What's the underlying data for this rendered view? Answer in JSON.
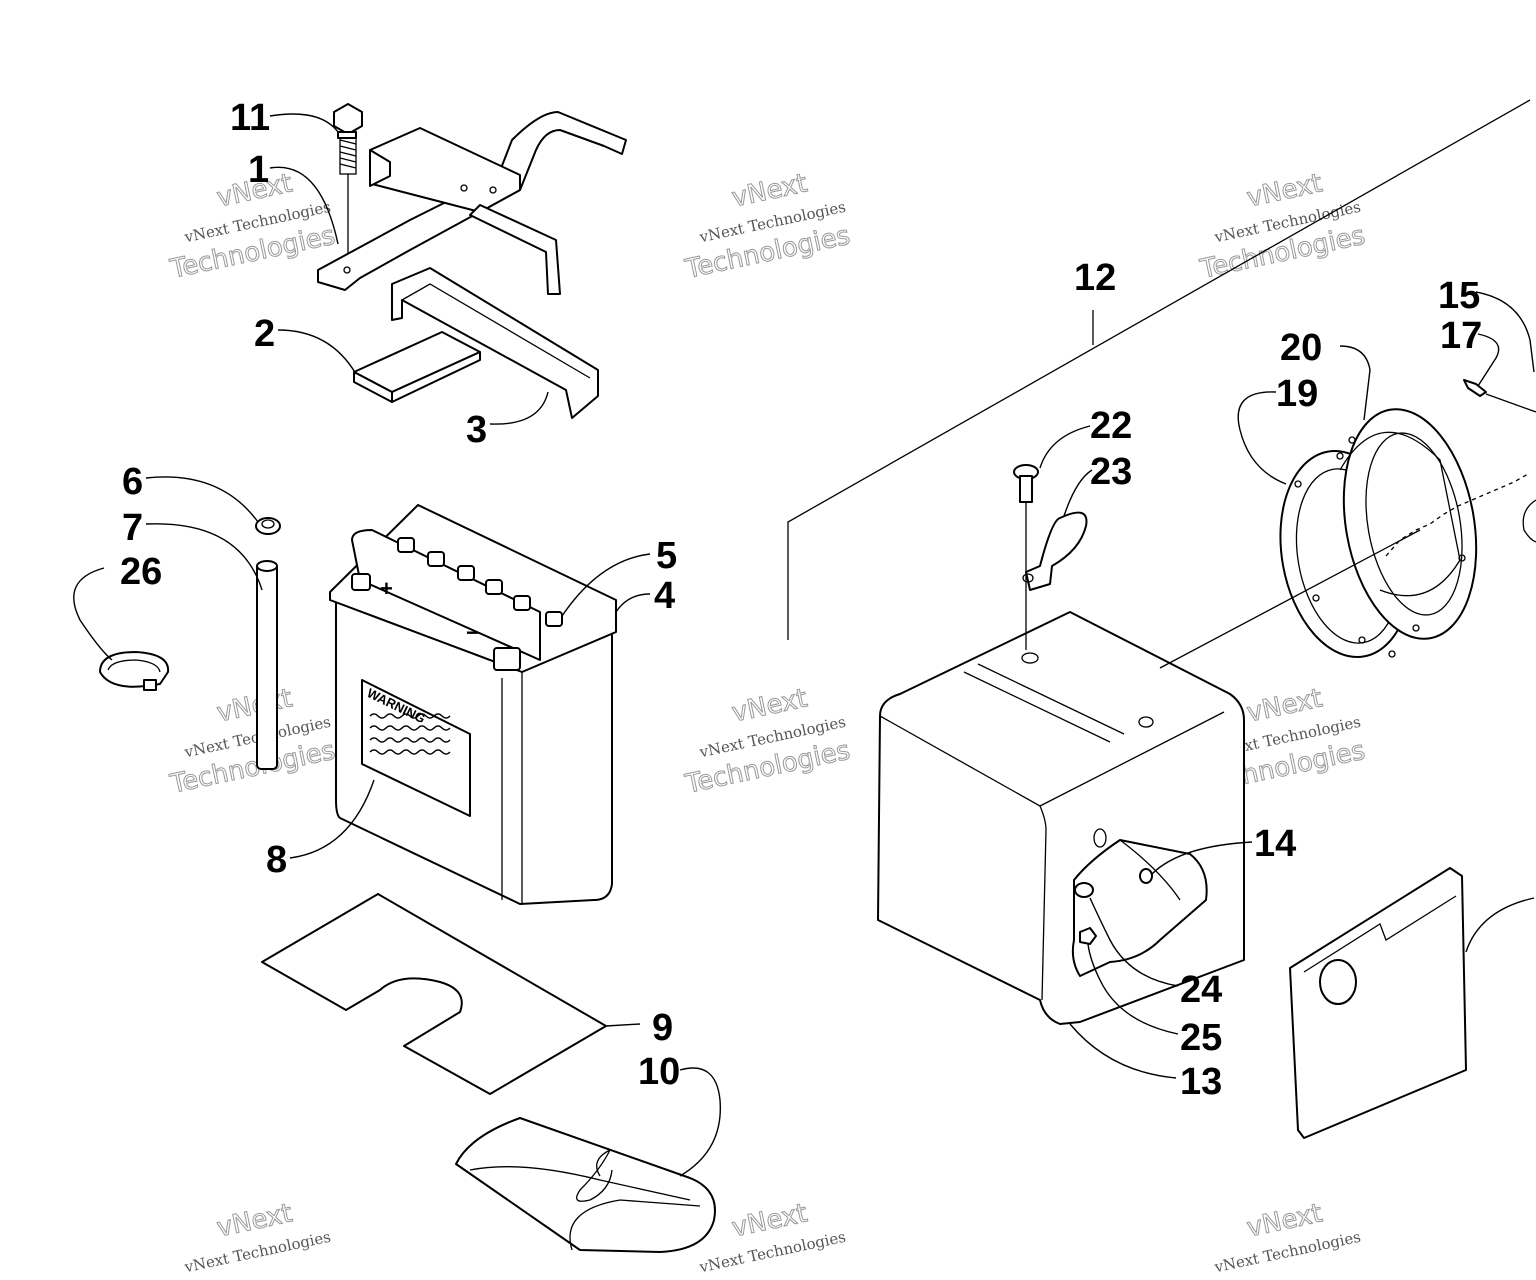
{
  "diagram": {
    "watermark": {
      "line1": "vNext",
      "line2": "vNext Technologies",
      "line3": "Technologies"
    },
    "warning_label": "WARNING",
    "plus_sign": "+",
    "minus_sign": "−",
    "callouts": [
      "11",
      "1",
      "2",
      "3",
      "6",
      "7",
      "26",
      "5",
      "4",
      "8",
      "9",
      "10",
      "12",
      "22",
      "23",
      "20",
      "19",
      "15",
      "17",
      "14",
      "24",
      "25",
      "13"
    ]
  }
}
